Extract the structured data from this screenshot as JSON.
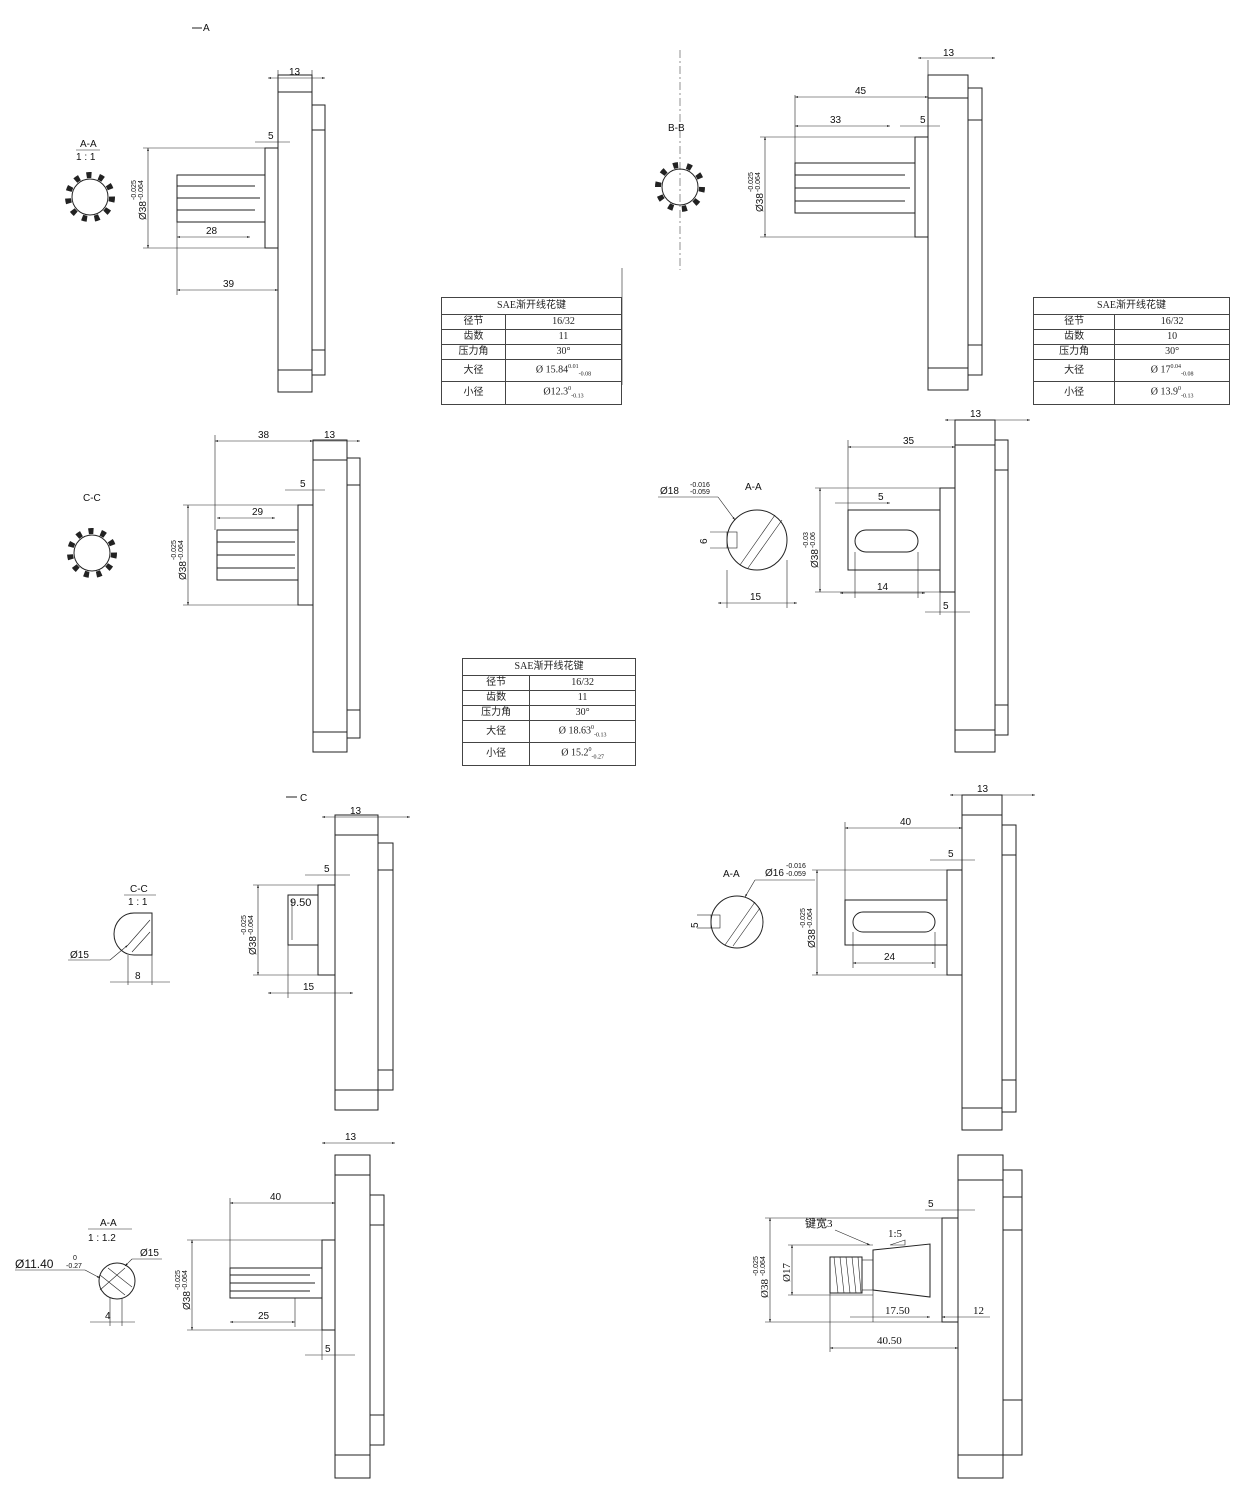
{
  "drawings": [
    {
      "id": "d1",
      "marker": "A",
      "section": "A-A",
      "scale": "1 : 1",
      "flange": "13",
      "shoulder": "5",
      "spline_len": "28",
      "total_len": "39",
      "dia": "Ø38",
      "tol_up": "-0.025",
      "tol_lo": "-0.064"
    },
    {
      "id": "d2",
      "section": "B-B",
      "flange": "13",
      "total_len": "45",
      "spline_len": "33",
      "shoulder": "5",
      "dia": "Ø38",
      "tol_up": "-0.025",
      "tol_lo": "-0.064"
    },
    {
      "id": "d3",
      "section": "C-C",
      "len": "38",
      "flange": "13",
      "shoulder": "5",
      "spline_len": "29",
      "dia": "Ø38",
      "tol_up": "-0.025",
      "tol_lo": "-0.064"
    },
    {
      "id": "d4",
      "section": "A-A",
      "key_dia": "Ø18",
      "key_tol_up": "-0.016",
      "key_tol_lo": "-0.059",
      "key_h": "6",
      "key_w": "15",
      "flange": "13",
      "len": "35",
      "key_off": "5",
      "slot_len": "14",
      "shoulder": "5",
      "dia": "Ø38",
      "tol_up": "-0.03",
      "tol_lo": "-0.06"
    },
    {
      "id": "d5",
      "marker": "C",
      "section": "C-C",
      "scale": "1 : 1",
      "sec_dia": "Ø15",
      "flat": "8",
      "flange": "13",
      "shoulder": "5",
      "sq": "9.50",
      "len": "15",
      "dia": "Ø38",
      "tol_up": "-0.025",
      "tol_lo": "-0.064"
    },
    {
      "id": "d6",
      "section": "A-A",
      "key_dia": "Ø16",
      "key_tol_up": "-0.016",
      "key_tol_lo": "-0.059",
      "key_h": "5",
      "flange": "13",
      "len": "40",
      "shoulder": "5",
      "slot_len": "24",
      "dia": "Ø38",
      "tol_up": "-0.025",
      "tol_lo": "-0.064"
    },
    {
      "id": "d7",
      "section": "A-A",
      "scale": "1 : 1.2",
      "minor": "Ø11.40",
      "minor_up": "0",
      "minor_lo": "-0.27",
      "major": "Ø15",
      "width": "4",
      "flange": "13",
      "len": "40",
      "spline_len": "25",
      "shoulder": "5",
      "dia": "Ø38",
      "tol_up": "-0.025",
      "tol_lo": "-0.064"
    },
    {
      "id": "d8",
      "shoulder": "5",
      "key_note": "键宽3",
      "taper": "1:5",
      "dia": "Ø38",
      "tol_up": "-0.025",
      "tol_lo": "-0.064",
      "small_dia": "Ø17",
      "taper_len": "17.50",
      "flange_off": "12",
      "total_len": "40.50"
    }
  ],
  "tables": [
    {
      "title": "SAE渐开线花键",
      "rows": [
        [
          "径节",
          "16/32"
        ],
        [
          "齿数",
          "11"
        ],
        [
          "压力角",
          "30°"
        ],
        [
          "大径",
          "Ø 15.84",
          "0.01",
          "-0.08"
        ],
        [
          "小径",
          "Ø12.3",
          "0",
          "-0.13"
        ]
      ]
    },
    {
      "title": "SAE渐开线花键",
      "rows": [
        [
          "径节",
          "16/32"
        ],
        [
          "齿数",
          "10"
        ],
        [
          "压力角",
          "30°"
        ],
        [
          "大径",
          "Ø 17",
          "0.04",
          "-0.08"
        ],
        [
          "小径",
          "Ø 13.9",
          "0",
          "-0.13"
        ]
      ]
    },
    {
      "title": "SAE渐开线花键",
      "rows": [
        [
          "径节",
          "16/32"
        ],
        [
          "齿数",
          "11"
        ],
        [
          "压力角",
          "30°"
        ],
        [
          "大径",
          "Ø 18.63",
          "0",
          "-0.13"
        ],
        [
          "小径",
          "Ø 15.2",
          "0",
          "-0.27"
        ]
      ]
    }
  ]
}
